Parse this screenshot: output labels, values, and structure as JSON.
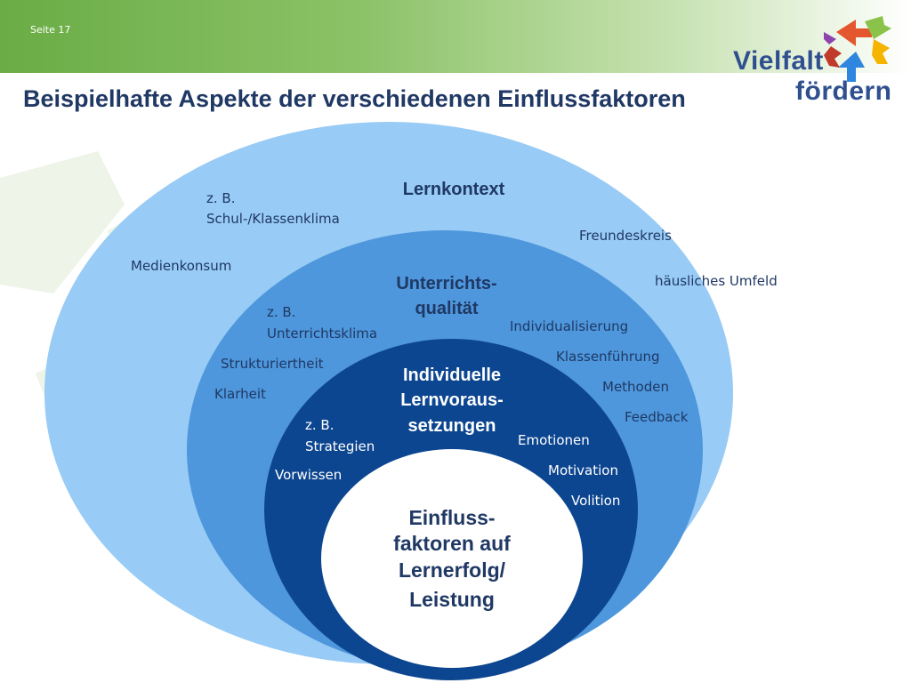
{
  "header": {
    "page_number": "Seite 17"
  },
  "title": "Beispielhafte Aspekte der verschiedenen Einflussfaktoren",
  "logo": {
    "line1": "Vielfalt",
    "line2": "fördern"
  },
  "diagram": {
    "colors": {
      "outer": "#98cbf5",
      "middle": "#4e97dc",
      "inner": "#0d4690",
      "center": "#ffffff",
      "title_dark": "#1f3864"
    },
    "outer": {
      "title": "Lernkontext",
      "items": [
        "z. B.",
        "Schul-/Klassenklima",
        "Freundeskreis",
        "Medienkonsum",
        "häusliches Umfeld"
      ]
    },
    "middle": {
      "title_line1": "Unterrichts-",
      "title_line2": "qualität",
      "items": [
        "z. B.",
        "Unterrichtsklima",
        "Individualisierung",
        "Strukturiertheit",
        "Klassenführung",
        "Klarheit",
        "Methoden",
        "Feedback"
      ]
    },
    "inner": {
      "title_line1": "Individuelle",
      "title_line2": "Lernvoraus-",
      "title_line3": "setzungen",
      "items": [
        "z. B.",
        "Strategien",
        "Emotionen",
        "Motivation",
        "Vorwissen",
        "Volition"
      ]
    },
    "center": {
      "line1": "Einfluss-",
      "line2": "faktoren auf",
      "line3": "Lernerfolg/",
      "line4": "Leistung"
    }
  }
}
